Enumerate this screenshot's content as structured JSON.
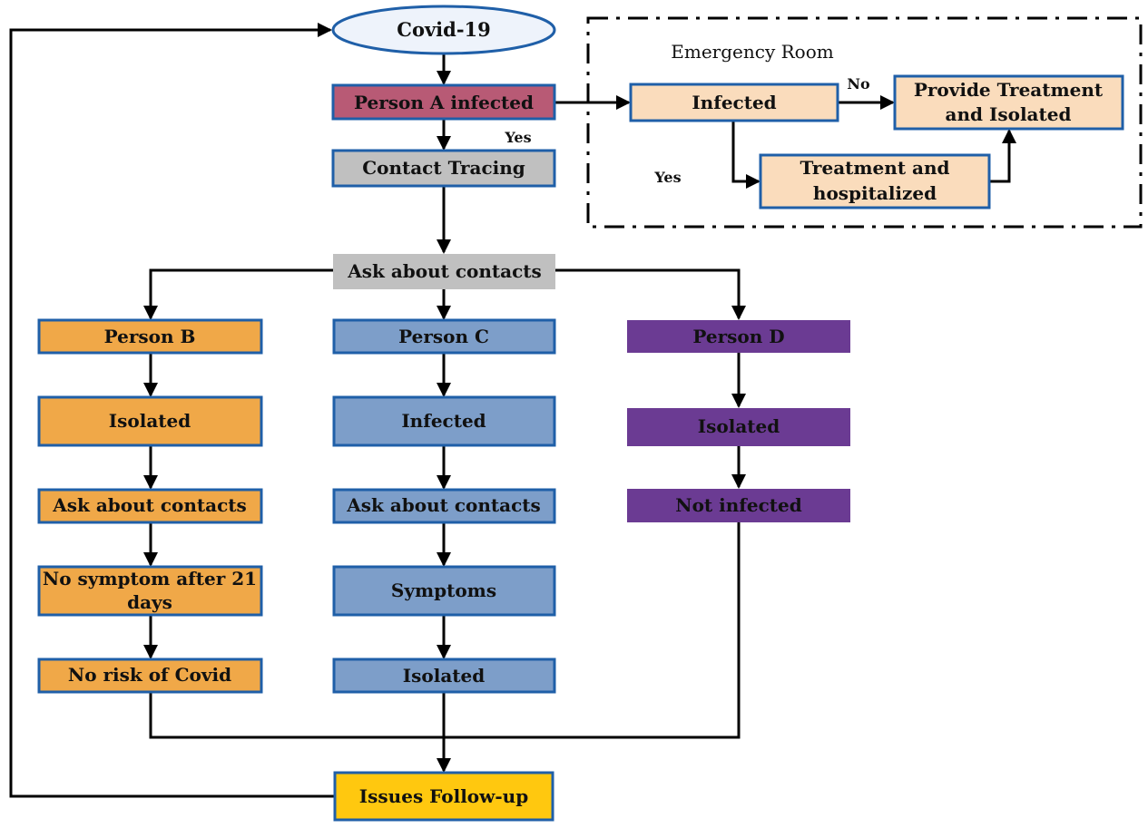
{
  "covid": "Covid-19",
  "emergency": {
    "title": "Emergency Room",
    "infected": "Infected",
    "no_label": "No",
    "yes_label": "Yes",
    "provide": [
      "Provide Treatment",
      "and Isolated"
    ],
    "treatment": [
      "Treatment and",
      "hospitalized"
    ]
  },
  "person_a": "Person A infected",
  "yes_label": "Yes",
  "contact_tracing": "Contact Tracing",
  "ask_contacts": "Ask about contacts",
  "person_b": {
    "name": "Person B",
    "isolated": "Isolated",
    "ask": "Ask about contacts",
    "no_symptom": [
      "No symptom after 21",
      "days"
    ],
    "no_risk": "No risk of Covid"
  },
  "person_c": {
    "name": "Person C",
    "infected": "Infected",
    "ask": "Ask about contacts",
    "symptoms": "Symptoms",
    "isolated": "Isolated"
  },
  "person_d": {
    "name": "Person D",
    "isolated": "Isolated",
    "not_infected": "Not infected"
  },
  "follow_up": "Issues Follow-up",
  "colors": {
    "covid_fill": "#eef3fb",
    "covid_stroke": "#1f5fa8",
    "person_a": "#b85a75",
    "gray": "#c0c0c0",
    "orange": "#f0a848",
    "blue": "#7d9ec9",
    "purple": "#6b3b93",
    "peach": "#fadcbc",
    "yellow": "#ffc80f",
    "box_stroke": "#1f5fa8"
  }
}
